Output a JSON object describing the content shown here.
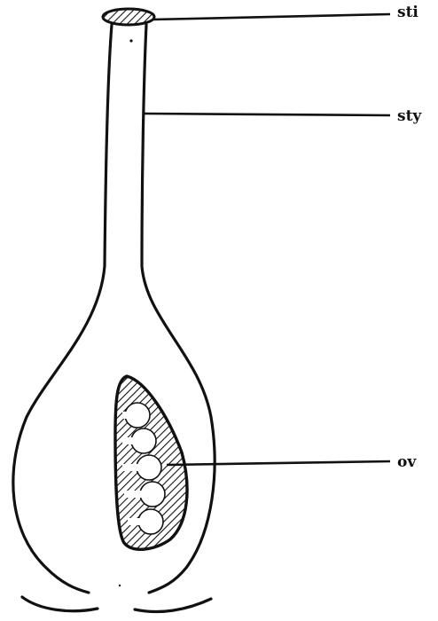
{
  "labels": {
    "sti": "sti",
    "sty": "sty",
    "ov": "ov"
  },
  "colors": {
    "ink": "#111111",
    "background": "#ffffff"
  }
}
